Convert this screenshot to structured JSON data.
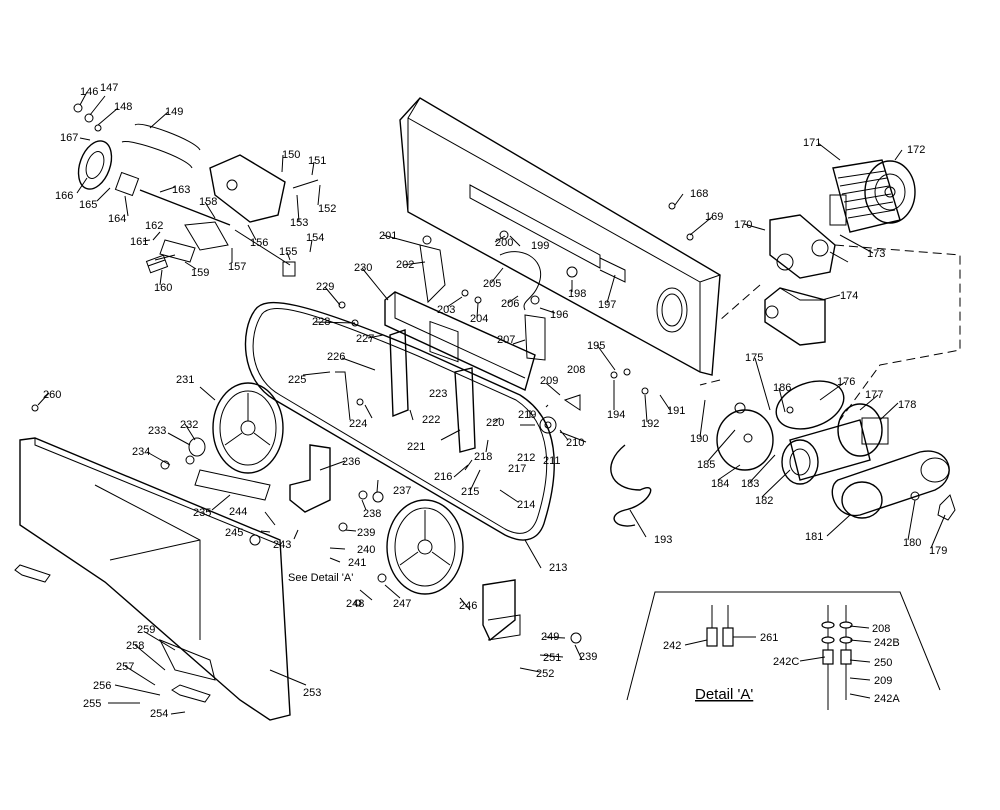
{
  "part_numbers": [
    "146",
    "147",
    "148",
    "149",
    "167",
    "166",
    "165",
    "164",
    "163",
    "150",
    "151",
    "152",
    "153",
    "158",
    "156",
    "162",
    "161",
    "157",
    "155",
    "154",
    "159",
    "160",
    "201",
    "202",
    "200",
    "199",
    "203",
    "204",
    "205",
    "206",
    "196",
    "198",
    "197",
    "230",
    "229",
    "228",
    "227",
    "207",
    "168",
    "169",
    "170",
    "171",
    "172",
    "173",
    "174",
    "195",
    "194",
    "192",
    "191",
    "190",
    "175",
    "186",
    "176",
    "177",
    "178",
    "185",
    "184",
    "183",
    "182",
    "181",
    "180",
    "179",
    "209",
    "208",
    "219",
    "210",
    "211",
    "212",
    "217",
    "218",
    "220",
    "221",
    "222",
    "223",
    "224",
    "225",
    "226",
    "216",
    "215",
    "214",
    "213",
    "193",
    "260",
    "231",
    "233",
    "232",
    "234",
    "235",
    "236",
    "237",
    "238",
    "239",
    "240",
    "241",
    "243",
    "244",
    "245",
    "248",
    "247",
    "246",
    "249",
    "251",
    "252",
    "253",
    "254",
    "255",
    "256",
    "257",
    "258",
    "259",
    "261",
    "242",
    "242B",
    "242C",
    "250",
    "242A"
  ],
  "see_detail_note": "See Detail 'A'",
  "detail_title": "Detail  'A'"
}
